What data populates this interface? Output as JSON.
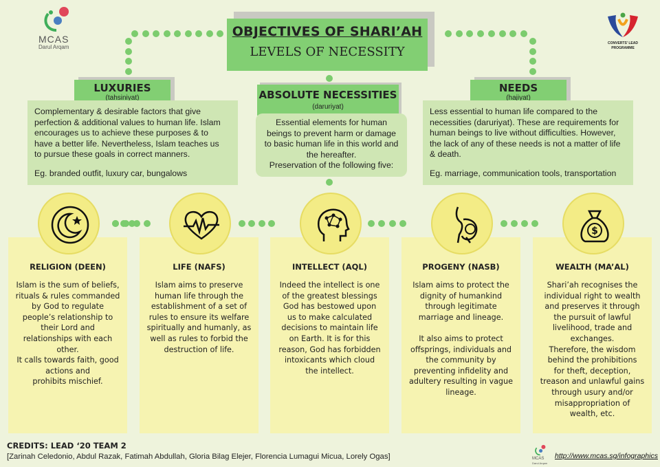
{
  "logo_left": {
    "name": "MCAS",
    "sub": "Darul Arqam"
  },
  "logo_right": {
    "line1": "CONVERTS' LEAD",
    "line2": "PROGRAMME"
  },
  "title": {
    "main": "OBJECTIVES OF SHARI’AH",
    "sub": "LEVELS OF NECESSITY"
  },
  "luxuries": {
    "heading": "LUXURIES",
    "term": "(tahsiniyat)",
    "lines": [
      "Complementary & desirable factors that give",
      "perfection & additional values to human life. Islam",
      "encourages us to achieve these purposes & to",
      "have a better life. Nevertheless, Islam teaches us",
      "to pursue these goals in correct manners."
    ],
    "example": "Eg. branded outfit, luxury car, bungalows"
  },
  "necessities": {
    "heading": "ABSOLUTE NECESSITIES",
    "term": "(daruriyat)",
    "lines": [
      "Essential elements for human",
      "beings to prevent harm or damage",
      "to basic human life in this world and",
      "the hereafter.",
      "Preservation of the following five:"
    ]
  },
  "needs": {
    "heading": "NEEDS",
    "term": "(hajiyat)",
    "lines": [
      "Less essential to human life compared to the",
      "necessities (daruriyat). These are requirements for",
      "human beings to live without difficulties. However,",
      "the lack of any of these needs is not a matter of life",
      "& death."
    ],
    "example": "Eg. marriage, communication tools, transportation"
  },
  "cards": [
    {
      "title": "RELIGION (DEEN)",
      "icon": "crescent-star-icon",
      "lines": [
        "Islam is the sum of beliefs,",
        "rituals & rules commanded",
        "by God to regulate",
        "people’s relationship to",
        "their Lord and",
        "relationships with each",
        "other.",
        "It calls towards faith, good",
        "actions and",
        "prohibits mischief."
      ]
    },
    {
      "title": "LIFE (NAFS)",
      "icon": "heartbeat-icon",
      "lines": [
        "Islam aims to preserve",
        "human life through the",
        "establishment of a set of",
        "rules to ensure its welfare",
        "spiritually and humanly, as",
        "well as rules to forbid the",
        "destruction of life."
      ]
    },
    {
      "title": "INTELLECT (AQL)",
      "icon": "brain-head-icon",
      "lines": [
        "Indeed the intellect is one",
        "of the greatest blessings",
        "God has bestowed upon",
        "us to make calculated",
        "decisions to maintain life",
        "on Earth.  It is for this",
        "reason, God has forbidden",
        "intoxicants which cloud",
        "the intellect."
      ]
    },
    {
      "title": "PROGENY (NASB)",
      "icon": "pregnancy-icon",
      "lines": [
        "Islam aims to protect the",
        "dignity of humankind",
        "through legitimate",
        "marriage and lineage.",
        "",
        "It also aims to protect",
        "offsprings, individuals and",
        "the community by",
        "preventing infidelity and",
        "adultery resulting in vague",
        "lineage."
      ]
    },
    {
      "title": "WEALTH (MA’AL)",
      "icon": "money-bag-icon",
      "lines": [
        "Shari’ah recognises the",
        "individual right to wealth",
        "and preserves it through",
        "the pursuit of lawful",
        "livelihood, trade and",
        "exchanges.",
        "Therefore, the wisdom",
        "behind the prohibitions",
        "for theft, deception,",
        "treason and unlawful gains",
        "through usury and/or",
        "misappropriation of",
        "wealth, etc."
      ]
    }
  ],
  "credits": {
    "heading": "CREDITS: LEAD ‘20 TEAM 2",
    "names": "[Zarinah Celedonio, Abdul Razak, Fatimah Abdullah, Gloria Bilag Elejer, Florencia Lumagui Micua, Lorely Ogas]"
  },
  "footer": {
    "logo_name": "MCAS",
    "logo_sub": "Darul Arqam",
    "url": "http://www.mcas.sg/infographics"
  }
}
